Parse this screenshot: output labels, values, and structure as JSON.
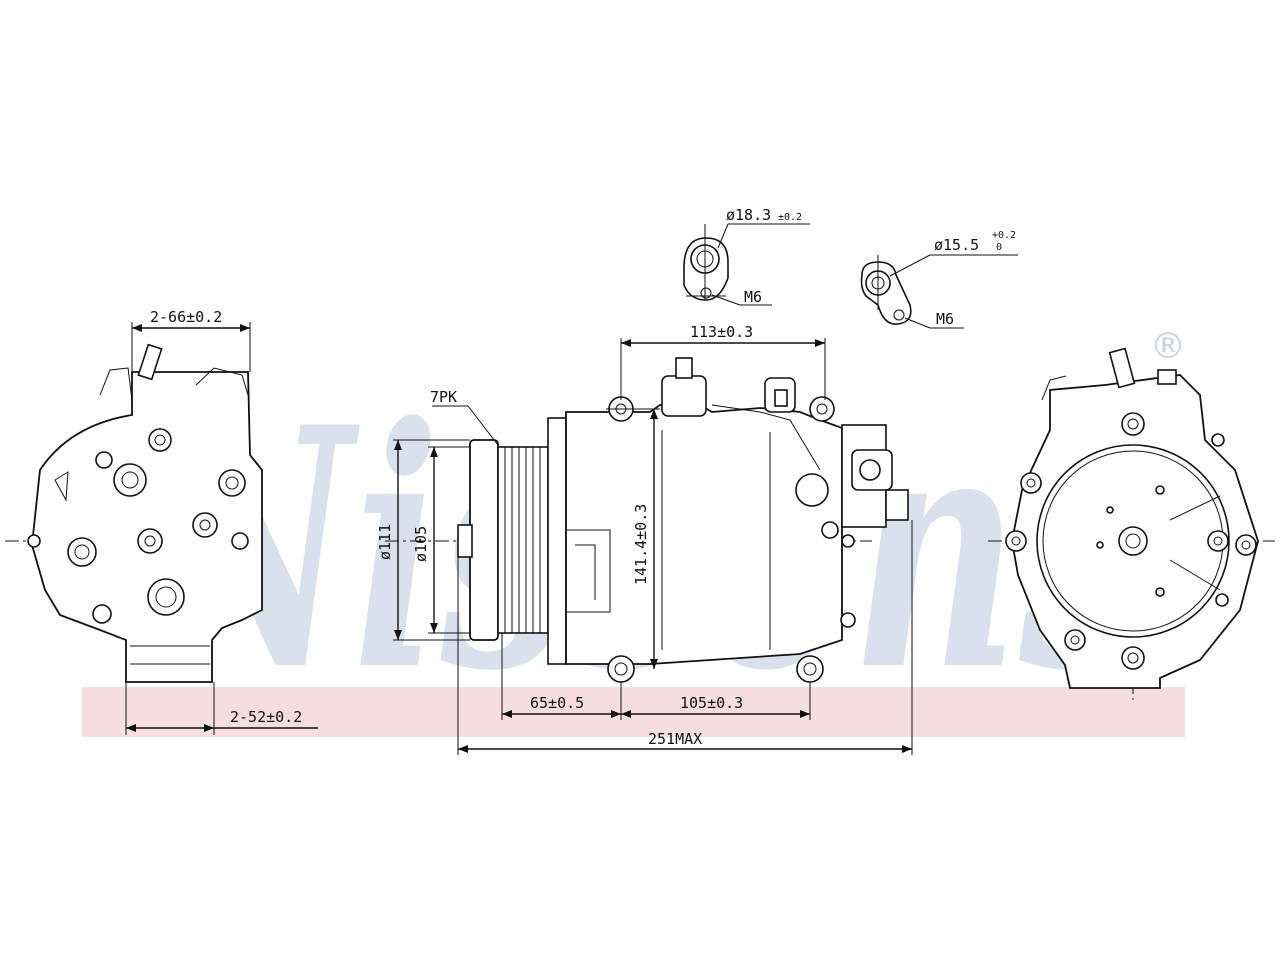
{
  "watermark": {
    "brand": "Nissens",
    "registered_mark": "®",
    "colors": {
      "wordmark": "#d9e2ec",
      "band": "#f6dde2"
    }
  },
  "dimensions": {
    "left_view": {
      "top_spacing": "2-66±0.2",
      "bottom_spacing": "2-52±0.2"
    },
    "side_view": {
      "belt": "7PK",
      "pulley_outer": "ø111",
      "pulley_inner": "ø105",
      "mount_spacing_top": "113±0.3",
      "mount_height": "141.4±0.3",
      "offset_front": "65±0.5",
      "mount_spacing_bottom": "105±0.3",
      "overall_length": "251MAX"
    },
    "port_suction": {
      "diameter": "ø18.3",
      "tolerance": "±0.2",
      "thread": "M6"
    },
    "port_discharge": {
      "diameter": "ø15.5",
      "tolerance_upper": "+0.2",
      "tolerance_lower": "0",
      "thread": "M6"
    }
  }
}
